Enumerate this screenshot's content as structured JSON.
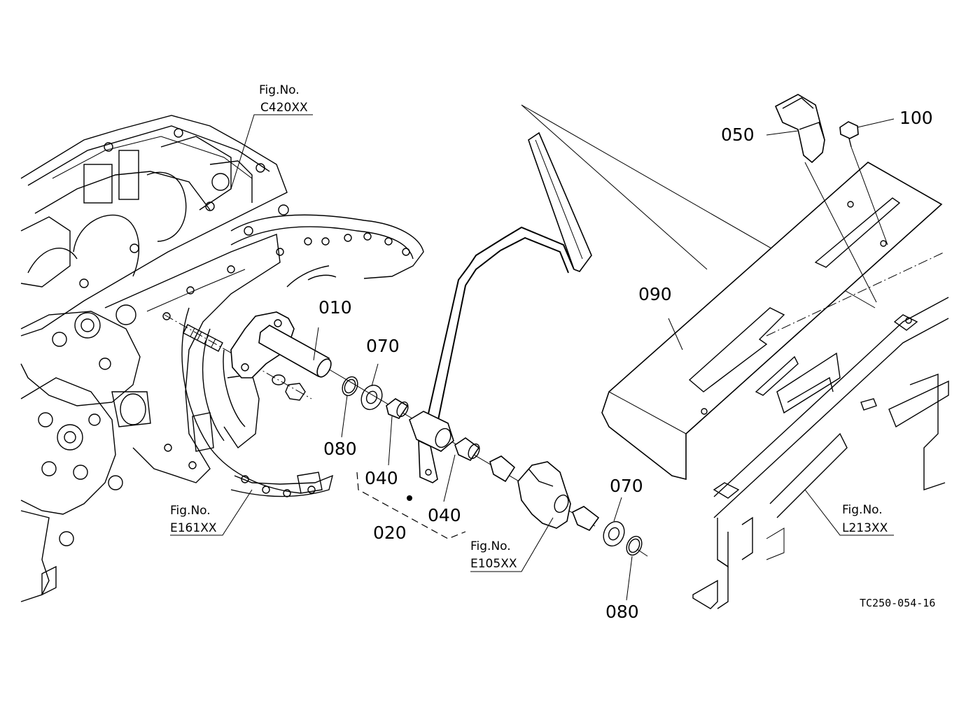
{
  "parts": {
    "p010": "010",
    "p020": "020",
    "p040a": "040",
    "p040b": "040",
    "p050": "050",
    "p070a": "070",
    "p070b": "070",
    "p080a": "080",
    "p080b": "080",
    "p090": "090",
    "p100": "100"
  },
  "figrefs": {
    "c420": {
      "label": "Fig.No.",
      "code": "C420XX"
    },
    "e161": {
      "label": "Fig.No.",
      "code": "E161XX"
    },
    "e105": {
      "label": "Fig.No.",
      "code": "E105XX"
    },
    "l213": {
      "label": "Fig.No.",
      "code": "L213XX"
    }
  },
  "drawing_number": "TC250-054-16"
}
